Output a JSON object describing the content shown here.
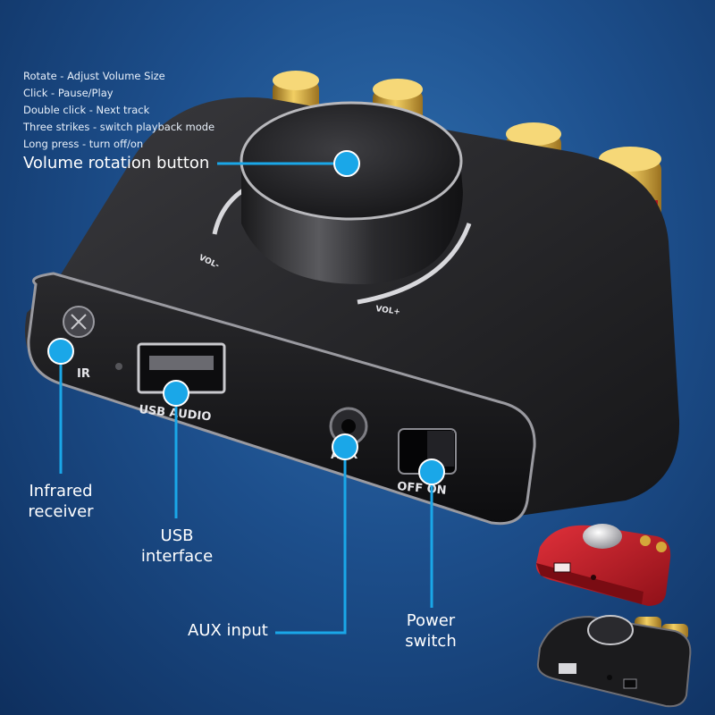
{
  "operations": [
    "Rotate - Adjust Volume Size",
    "Click - Pause/Play",
    "Double click - Next track",
    "Three strikes - switch playback mode",
    "Long press - turn off/on"
  ],
  "callouts": {
    "volume_button": "Volume rotation button",
    "infrared_line1": "Infrared",
    "infrared_line2": "receiver",
    "usb_line1": "USB",
    "usb_line2": "interface",
    "aux": "AUX input",
    "power_line1": "Power",
    "power_line2": "switch"
  },
  "device_print": {
    "vol_minus": "VOL-",
    "vol_plus": "VOL+",
    "ir": "IR",
    "usb_audio": "USB AUDIO",
    "aux": "AUX",
    "off_on": "OFF ON"
  },
  "colors": {
    "callout_dot": "#1aa7e8",
    "callout_line": "#1aa7e8",
    "background_center": "#2f6fb0",
    "background_edge": "#0e2f5e",
    "body_black": "#1b1b1d",
    "brass": "#d4a73a",
    "variant_red": "#c81e2a"
  },
  "variants": [
    "red",
    "black"
  ]
}
